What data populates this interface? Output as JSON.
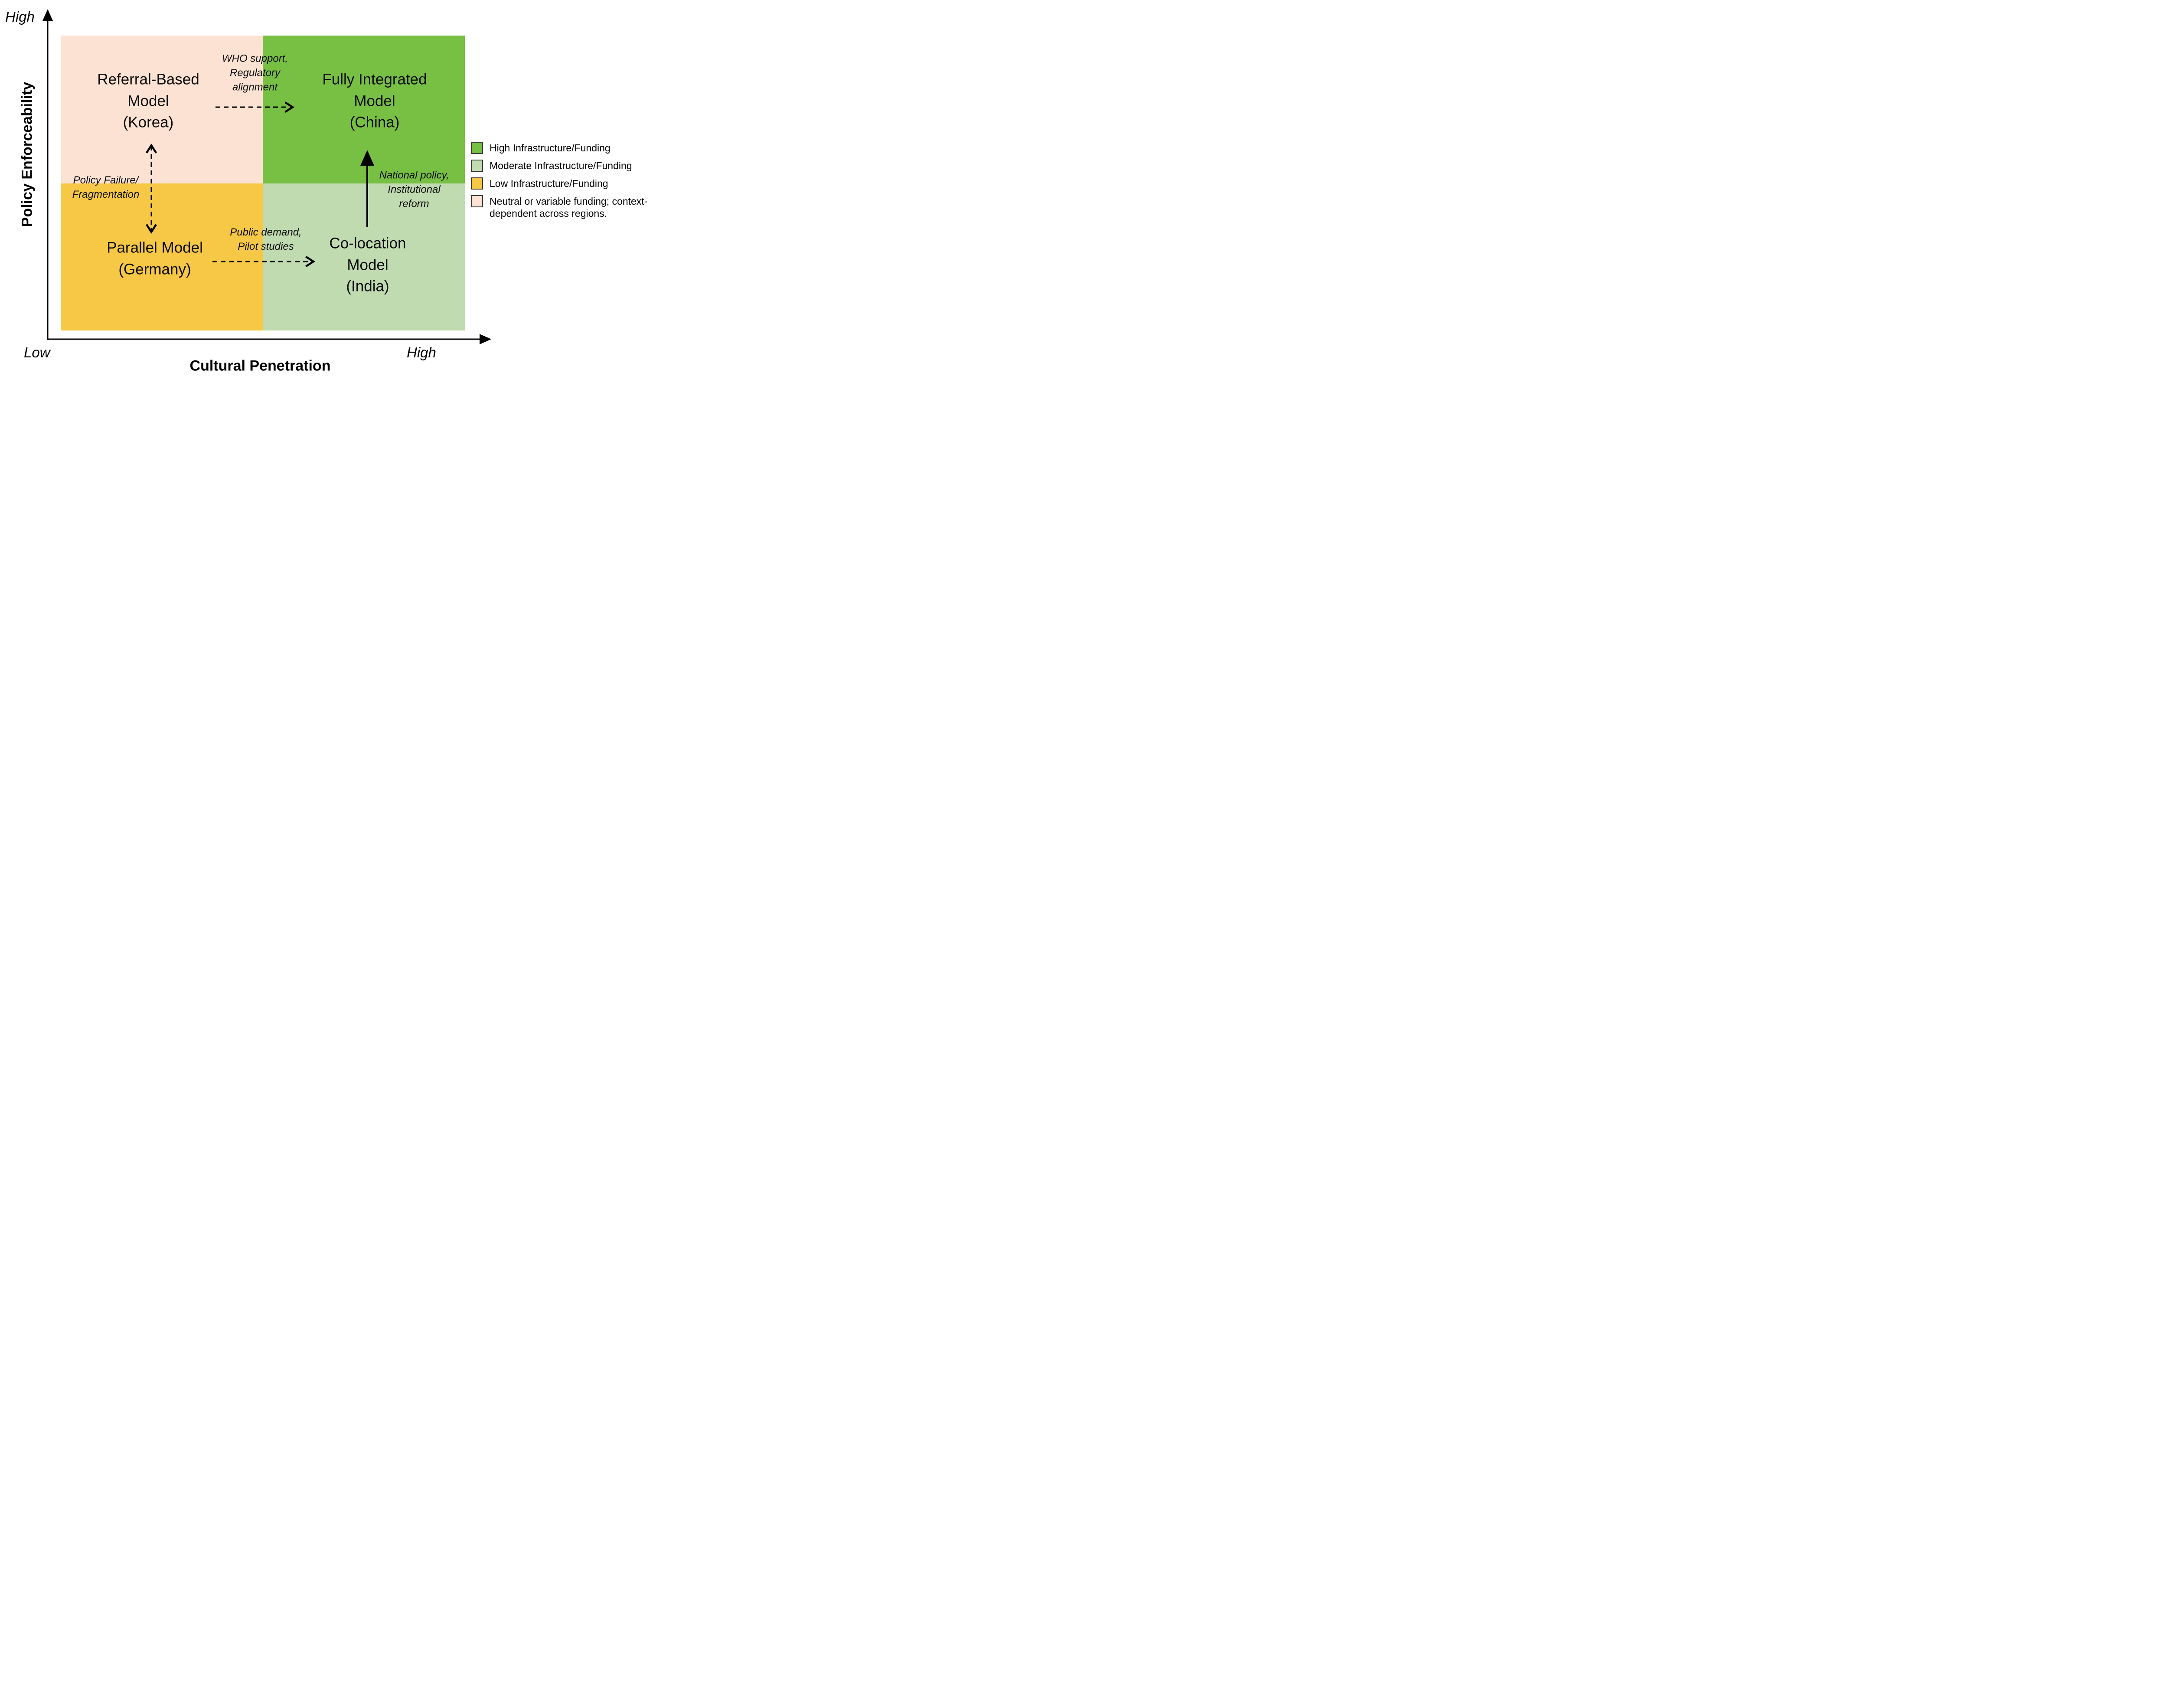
{
  "axes": {
    "y": {
      "label": "Policy Enforceability",
      "high": "High"
    },
    "x": {
      "label": "Cultural Penetration",
      "low": "Low",
      "high": "High"
    }
  },
  "colors": {
    "green": "#77c043",
    "light_green": "#c1dbb1",
    "yellow": "#f7c845",
    "peach": "#fbe2d3"
  },
  "quadrants": {
    "top_left": {
      "name": "Referral-Based Model (Korea)",
      "lines": [
        "Referral-Based",
        "Model",
        "(Korea)"
      ],
      "color": "#fbe2d3"
    },
    "top_right": {
      "name": "Fully Integrated Model (China)",
      "lines": [
        "Fully Integrated",
        "Model",
        "(China)"
      ],
      "color": "#77c043"
    },
    "bottom_left": {
      "name": "Parallel Model (Germany)",
      "lines": [
        "Parallel Model",
        "(Germany)"
      ],
      "color": "#f7c845"
    },
    "bottom_right": {
      "name": "Co-location Model (India)",
      "lines": [
        "Co-location",
        "Model",
        "(India)"
      ],
      "color": "#c1dbb1"
    }
  },
  "transitions": {
    "who_support": {
      "style": "dashed",
      "lines": [
        "WHO support,",
        "Regulatory",
        "alignment"
      ]
    },
    "policy_failure": {
      "style": "dashed-double",
      "lines": [
        "Policy Failure/",
        "Fragmentation"
      ]
    },
    "public_demand": {
      "style": "dashed",
      "lines": [
        "Public demand,",
        "Pilot studies"
      ]
    },
    "national_policy": {
      "style": "solid",
      "lines": [
        "National policy,",
        "Institutional",
        "reform"
      ]
    }
  },
  "legend": {
    "items": [
      {
        "label": "High Infrastructure/Funding",
        "color": "#77c043"
      },
      {
        "label": "Moderate Infrastructure/Funding",
        "color": "#c1dbb1"
      },
      {
        "label": "Low Infrastructure/Funding",
        "color": "#f7c845"
      },
      {
        "label": "Neutral or variable funding; context-dependent across regions.",
        "color": "#fbe2d3"
      }
    ]
  }
}
